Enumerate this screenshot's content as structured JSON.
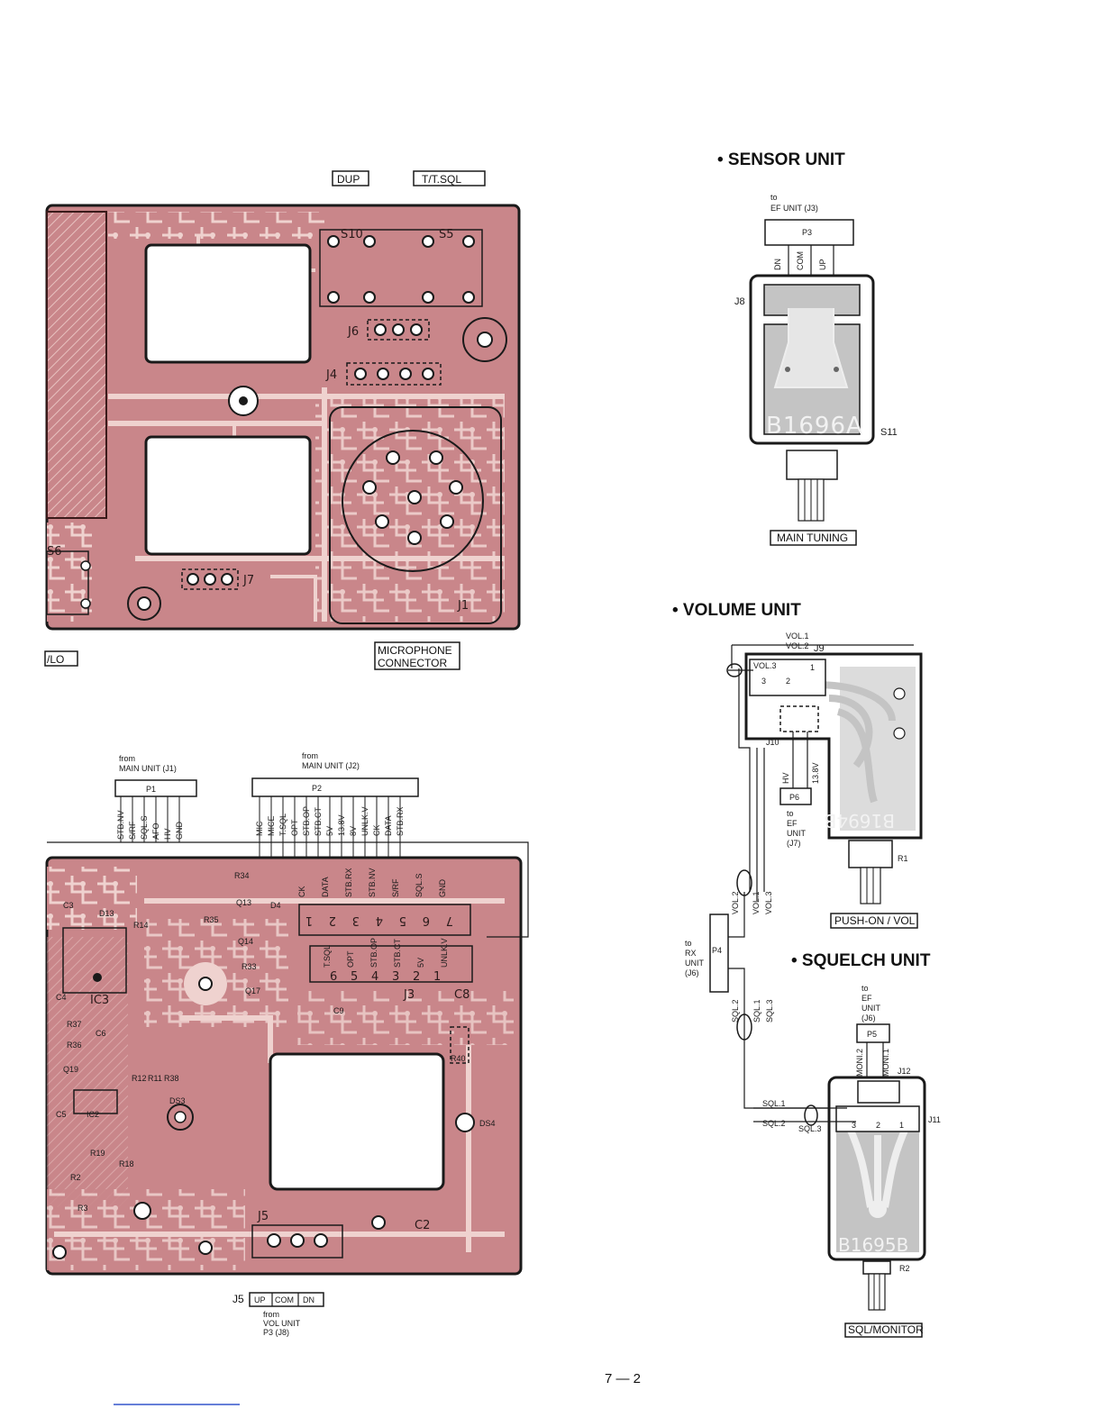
{
  "page_number": "7 — 2",
  "top_pcb": {
    "tags": [
      "DUP",
      "T/T.SQL",
      "/LO",
      "MICROPHONE",
      "CONNECTOR"
    ],
    "components": [
      "S10",
      "S5",
      "J6",
      "J4",
      "J7",
      "J1",
      "S6"
    ]
  },
  "bottom_pcb": {
    "from_j1": [
      "from",
      "MAIN UNIT (J1)"
    ],
    "from_j2": [
      "from",
      "MAIN UNIT (J2)"
    ],
    "p1": {
      "name": "P1",
      "pins": [
        "STB.NV",
        "S/RF",
        "SQL.S",
        "AFO",
        "HV",
        "GND"
      ]
    },
    "p2": {
      "name": "P2",
      "pins": [
        "MIC",
        "MICE",
        "T.SQL",
        "OPT",
        "STB.OP",
        "STB.CT",
        "5V",
        "13.8V",
        "8V",
        "UNLK.V",
        "CK",
        "DATA",
        "STB.RX"
      ]
    },
    "upper_row_labels": [
      "CK",
      "DATA",
      "STB.RX",
      "STB.NV",
      "S/RF",
      "SQL.S",
      "GND"
    ],
    "upper_row_nums": [
      "1",
      "2",
      "3",
      "4",
      "5",
      "6",
      "7"
    ],
    "lower_row_labels": [
      "T.SQL",
      "OPT",
      "STB.OP",
      "STB.CT",
      "5V",
      "UNLK.V"
    ],
    "lower_row_nums": [
      "6",
      "5",
      "4",
      "3",
      "2",
      "1"
    ],
    "components": [
      "R34",
      "C3",
      "D13",
      "R14",
      "Q13",
      "R35",
      "D4",
      "Q14",
      "R33",
      "Q17",
      "IC3",
      "C4",
      "R37",
      "R36",
      "C6",
      "Q19",
      "R12",
      "R11",
      "R38",
      "DS3",
      "IC2",
      "C5",
      "R19",
      "R18",
      "R2",
      "R3",
      "J3",
      "C8",
      "C9",
      "R40",
      "DS4",
      "J5",
      "C2"
    ],
    "j5_label": "J5",
    "j5_pins": [
      "UP",
      "COM",
      "DN"
    ],
    "j5_from": [
      "from",
      "VOL UNIT",
      "P3 (J8)"
    ]
  },
  "sensor_unit": {
    "title": "• SENSOR UNIT",
    "to": [
      "to",
      "EF UNIT (J3)"
    ],
    "plug": "P3",
    "pins": [
      "DN",
      "COM",
      "UP"
    ],
    "jack": "J8",
    "board_id": "B1696A",
    "switch": "S11",
    "knob": "MAIN TUNING"
  },
  "volume_unit": {
    "title": "• VOLUME UNIT",
    "wires": [
      "VOL.1",
      "VOL.2",
      "VOL.3"
    ],
    "jack": "J9",
    "pad_nums": [
      "3",
      "2",
      "1"
    ],
    "j10": "J10",
    "p6_pins": [
      "HV",
      "13.8V"
    ],
    "p6": "P6",
    "to": [
      "to",
      "EF",
      "UNIT",
      "(J7)"
    ],
    "board_id": "B1694B",
    "pot": "R1",
    "knob": "PUSH-ON / VOL",
    "p4_wires": [
      "VOL.2",
      "VOL.1",
      "VOL.3"
    ],
    "p4": "P4",
    "p4_to": [
      "to",
      "RX",
      "UNIT",
      "(J6)"
    ]
  },
  "squelch_unit": {
    "title": "• SQUELCH UNIT",
    "to": [
      "to",
      "EF",
      "UNIT",
      "(J6)"
    ],
    "plug": "P5",
    "moni": [
      "MONI.2",
      "MONI.1"
    ],
    "j12": "J12",
    "sql_wires": [
      "SQL.2",
      "SQL.1",
      "SQL.3"
    ],
    "sql_left": [
      "SQL.1",
      "SQL.2",
      "SQL.3"
    ],
    "pad_nums": [
      "3",
      "2",
      "1"
    ],
    "jack": "J11",
    "board_id": "B1695B",
    "pot": "R2",
    "knob": "SQL/MONITOR"
  },
  "colors": {
    "pcb": "#c9868a",
    "pcb_light": "#e3b5b6",
    "trace": "#f2d6d4",
    "silk": "#3a1a1a",
    "gray": "#bdbdbd"
  }
}
